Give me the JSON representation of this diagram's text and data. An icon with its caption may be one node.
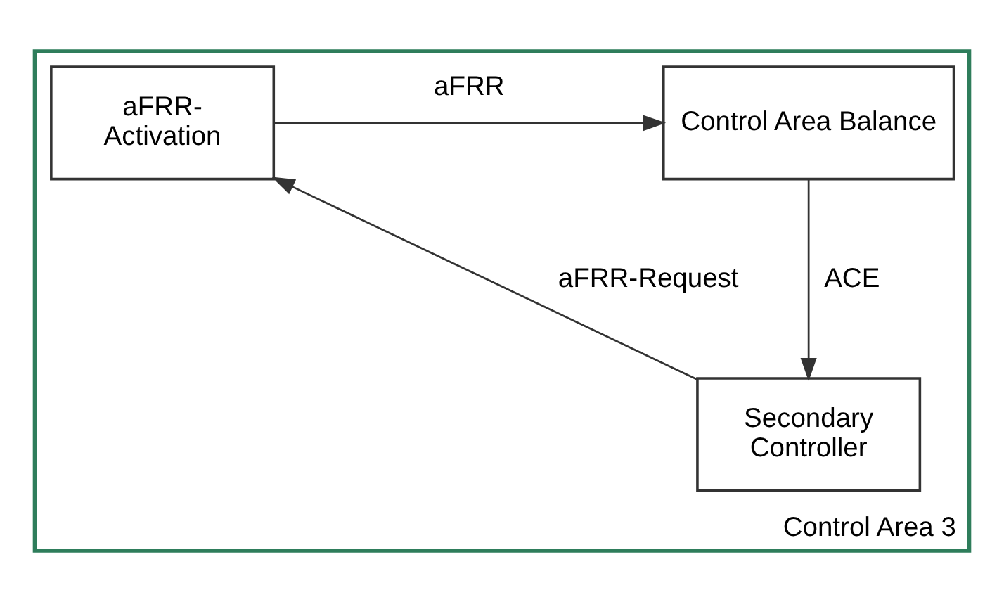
{
  "diagram": {
    "nodes": [
      {
        "text": [
          "Control Area 3"
        ]
      },
      {
        "text": [
          "Control Area Balance"
        ],
        "in": 0
      },
      {
        "text": [
          "aFRR-Activation"
        ],
        "in": 0
      },
      {
        "text": [
          "Secondary Controller"
        ],
        "in": 0
      }
    ],
    "edges": [
      {
        "from": 2,
        "to": 1,
        "arrow": "to",
        "label": "aFRR"
      },
      {
        "from": 1,
        "to": 3,
        "arrow": "to",
        "label": "ACE"
      },
      {
        "from": 3,
        "to": 2,
        "arrow": "to",
        "label": "aFRR-Request"
      }
    ]
  }
}
